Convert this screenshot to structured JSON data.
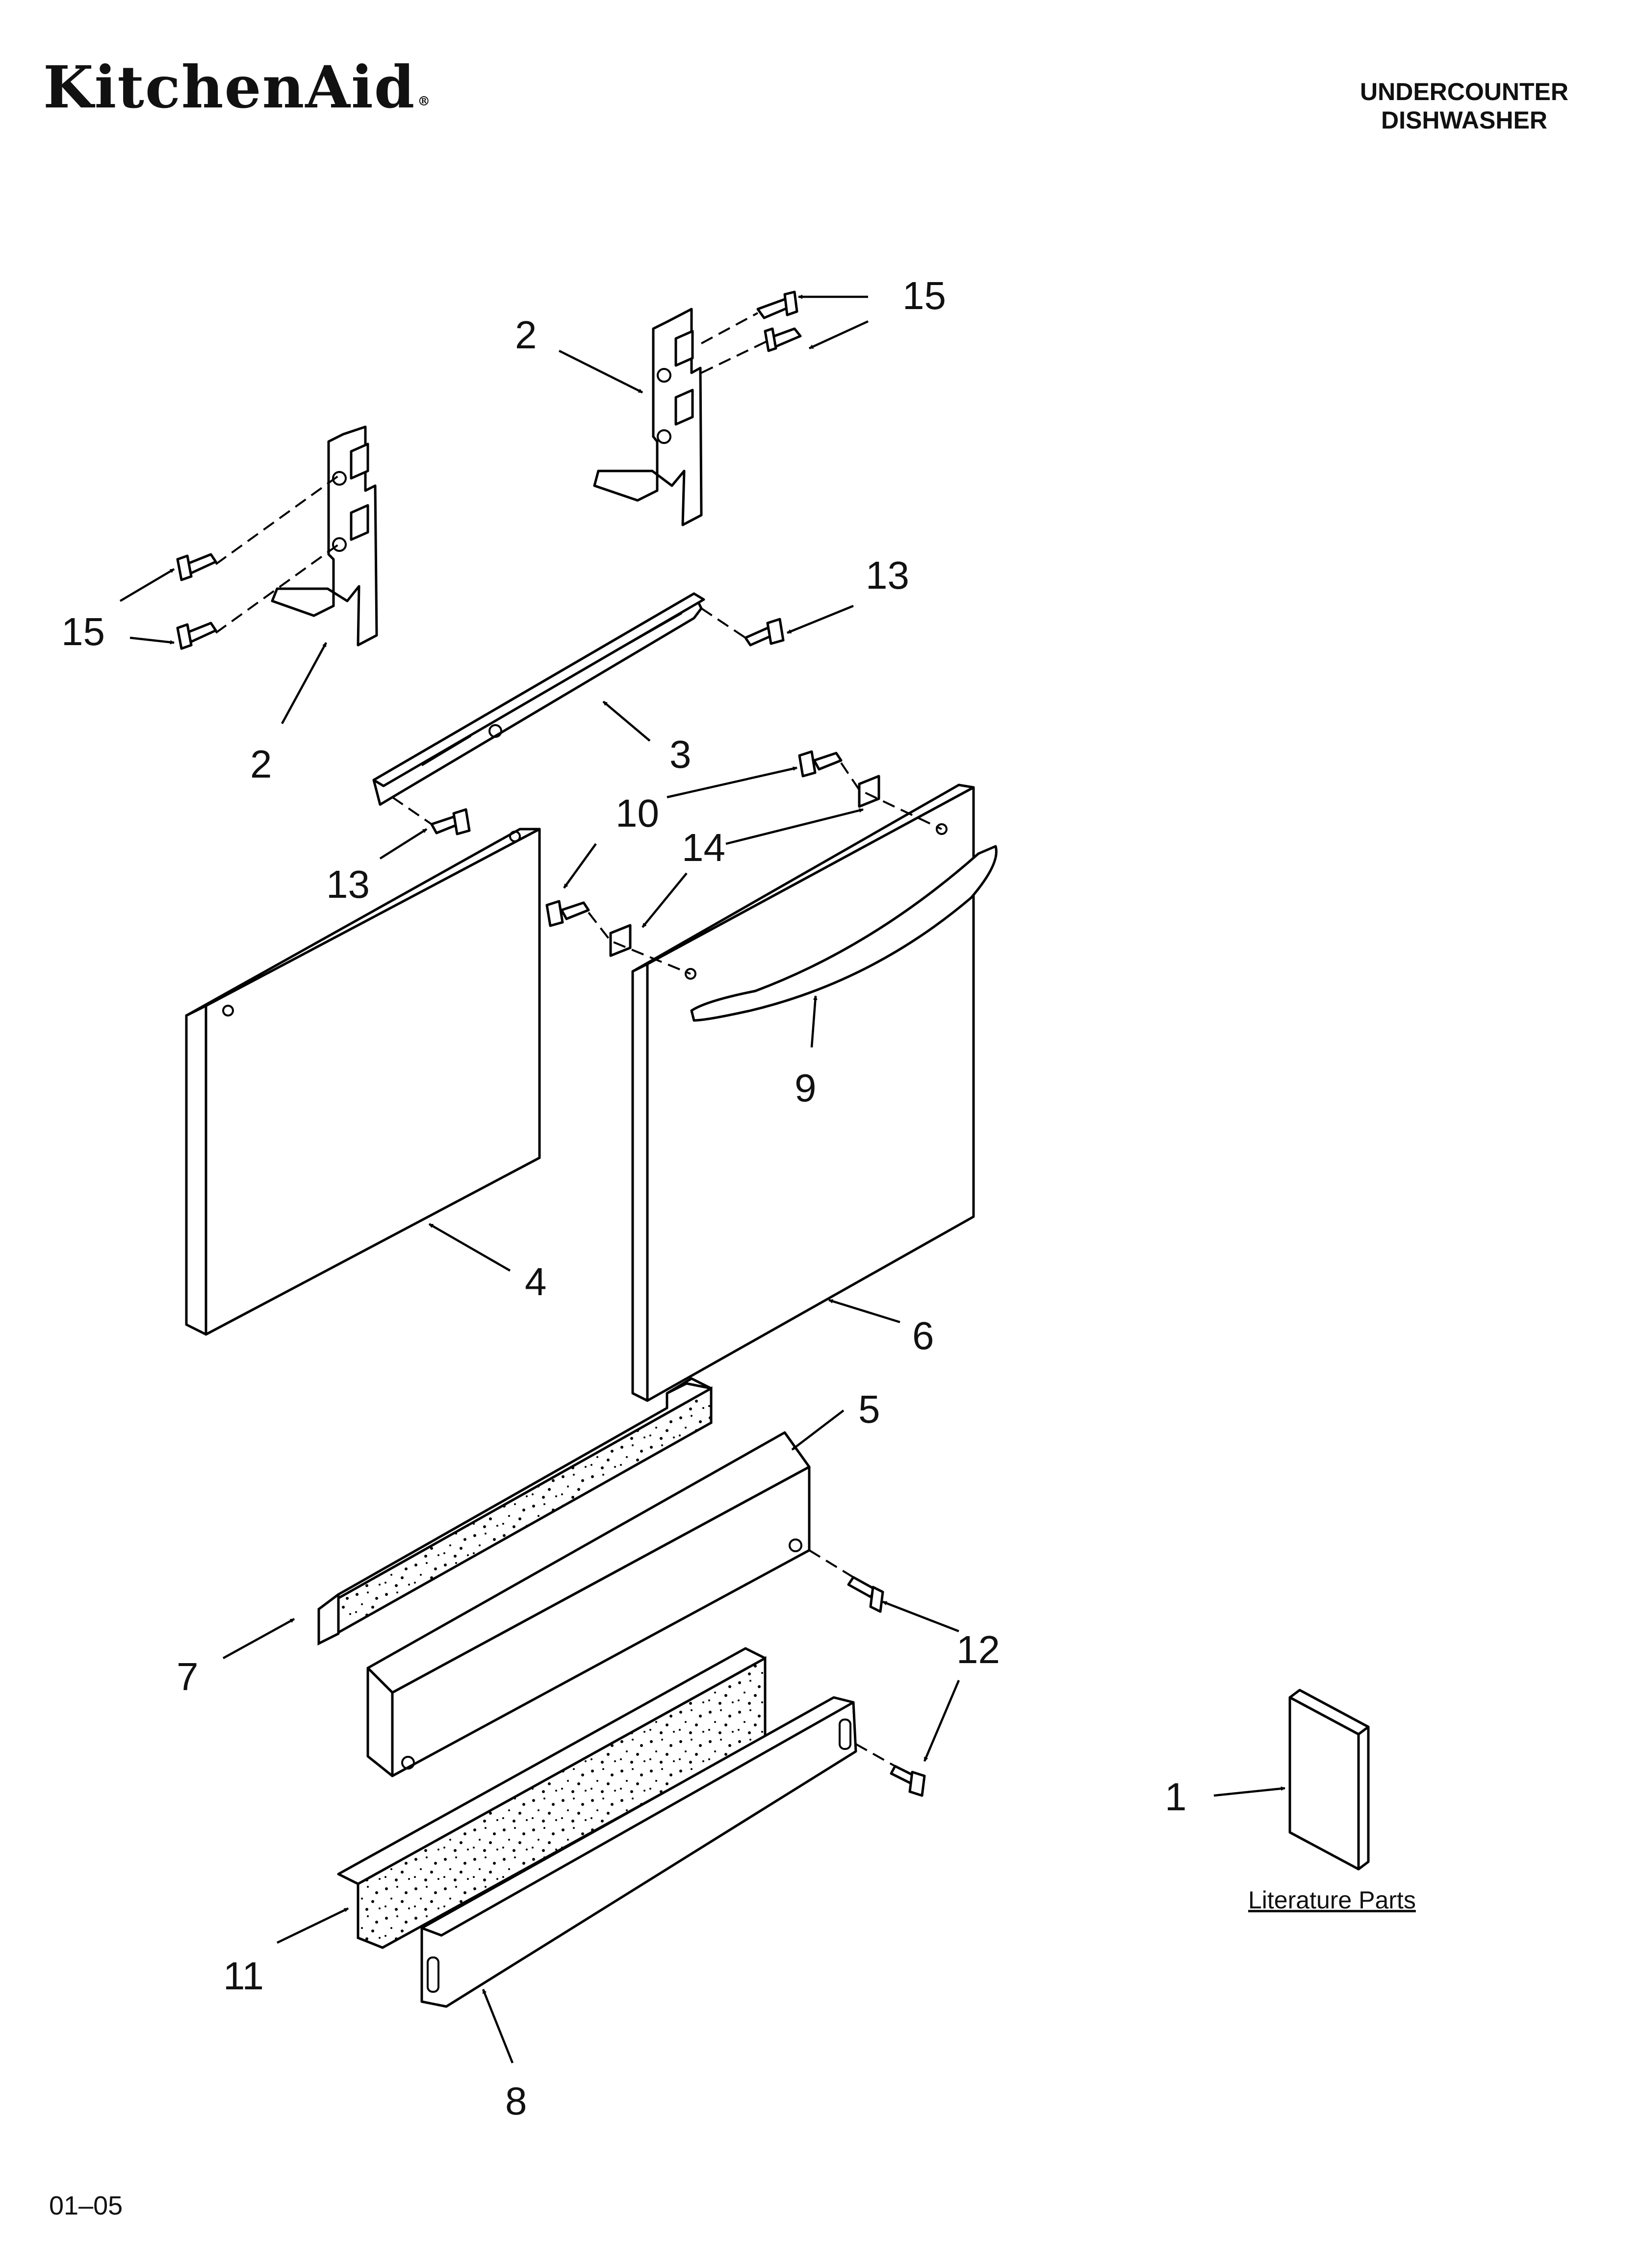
{
  "header": {
    "brand": "KitchenAid",
    "brand_mark": "®",
    "product_line1": "UNDERCOUNTER",
    "product_line2": "DISHWASHER"
  },
  "callouts": {
    "c1": "1",
    "c2a": "2",
    "c2b": "2",
    "c3": "3",
    "c4": "4",
    "c5": "5",
    "c6": "6",
    "c7": "7",
    "c8": "8",
    "c9": "9",
    "c10": "10",
    "c11": "11",
    "c12": "12",
    "c13a": "13",
    "c13b": "13",
    "c14": "14",
    "c15a": "15",
    "c15b": "15"
  },
  "literature_caption": "Literature Parts",
  "footer": {
    "code": "01–05"
  }
}
